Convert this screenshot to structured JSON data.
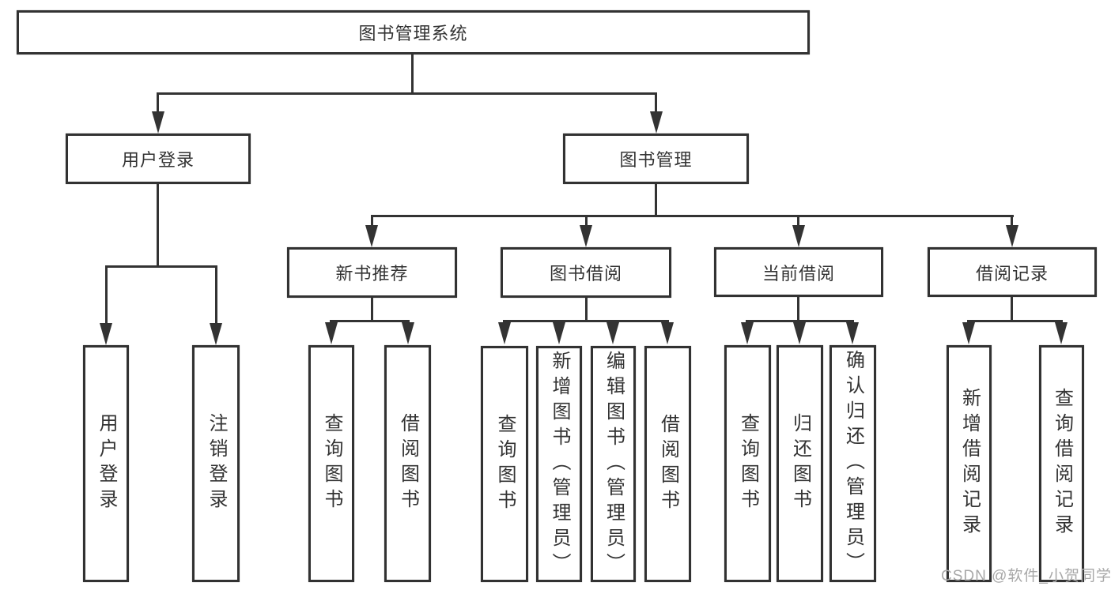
{
  "tree": {
    "root": "图书管理系统",
    "children": [
      {
        "label": "用户登录",
        "children": [
          "用户登录",
          "注销登录"
        ]
      },
      {
        "label": "图书管理",
        "children": [
          {
            "label": "新书推荐",
            "children": [
              "查询图书",
              "借阅图书"
            ]
          },
          {
            "label": "图书借阅",
            "children": [
              "查询图书",
              "新增图书（管理员）",
              "编辑图书（管理员）",
              "借阅图书"
            ]
          },
          {
            "label": "当前借阅",
            "children": [
              "查询图书",
              "归还图书",
              "确认归还（管理员）"
            ]
          },
          {
            "label": "借阅记录",
            "children": [
              "新增借阅记录",
              "查询借阅记录"
            ]
          }
        ]
      }
    ]
  },
  "watermark": {
    "text": "CSDN @软件_小贺同学"
  },
  "colors": {
    "line": "#333333",
    "box_border": "#323232",
    "watermark": "#a8a8a8",
    "background": "#ffffff"
  }
}
